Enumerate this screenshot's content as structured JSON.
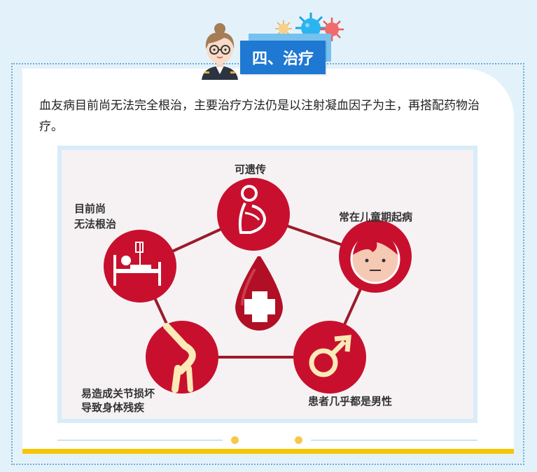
{
  "header": {
    "section_title": "四、治疗"
  },
  "intro": {
    "text": "血友病目前尚无法完全根治，主要治疗方法仍是以注射凝血因子为主，再搭配药物治疗。"
  },
  "diagram": {
    "labels": {
      "hereditary": "可遗传",
      "childhood_line1": "常在儿童期起病",
      "male": "患者几乎都是男性",
      "joint_line1": "易造成关节损坏",
      "joint_line2": "导致身体残疾",
      "incurable_line1": "目前尚",
      "incurable_line2": "无法根治"
    },
    "icons": {
      "center": "blood-drop-cross-icon",
      "top": "pregnant-woman-icon",
      "right": "child-face-icon",
      "bottom_right": "male-symbol-icon",
      "bottom_left": "knee-joint-icon",
      "left": "hospital-bed-icon"
    },
    "colors": {
      "circle": "#c8102e",
      "line": "#9b1b2a"
    }
  },
  "colors": {
    "accent_blue": "#1f78d1",
    "accent_yellow": "#f7c600",
    "page_bg": "#e3f2fa"
  }
}
